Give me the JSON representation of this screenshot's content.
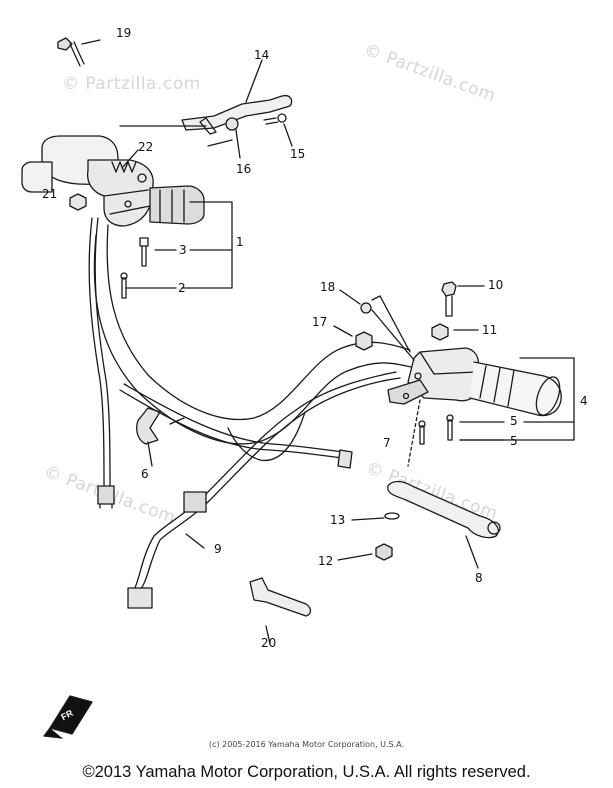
{
  "watermark": {
    "text": "Partzilla.com",
    "symbol": "©"
  },
  "callouts": {
    "c1": "1",
    "c2": "2",
    "c3": "3",
    "c4": "4",
    "c5a": "5",
    "c5b": "5",
    "c6": "6",
    "c7": "7",
    "c8": "8",
    "c9": "9",
    "c10": "10",
    "c11": "11",
    "c12": "12",
    "c13": "13",
    "c14": "14",
    "c15": "15",
    "c16": "16",
    "c17": "17",
    "c18": "18",
    "c19": "19",
    "c20": "20",
    "c21": "21",
    "c22": "22"
  },
  "front_arrow_label": "FR",
  "footer": {
    "small": "(c) 2005-2016 Yamaha Motor Corporation, U.S.A.",
    "main": "©2013 Yamaha Motor Corporation, U.S.A. All rights reserved."
  }
}
